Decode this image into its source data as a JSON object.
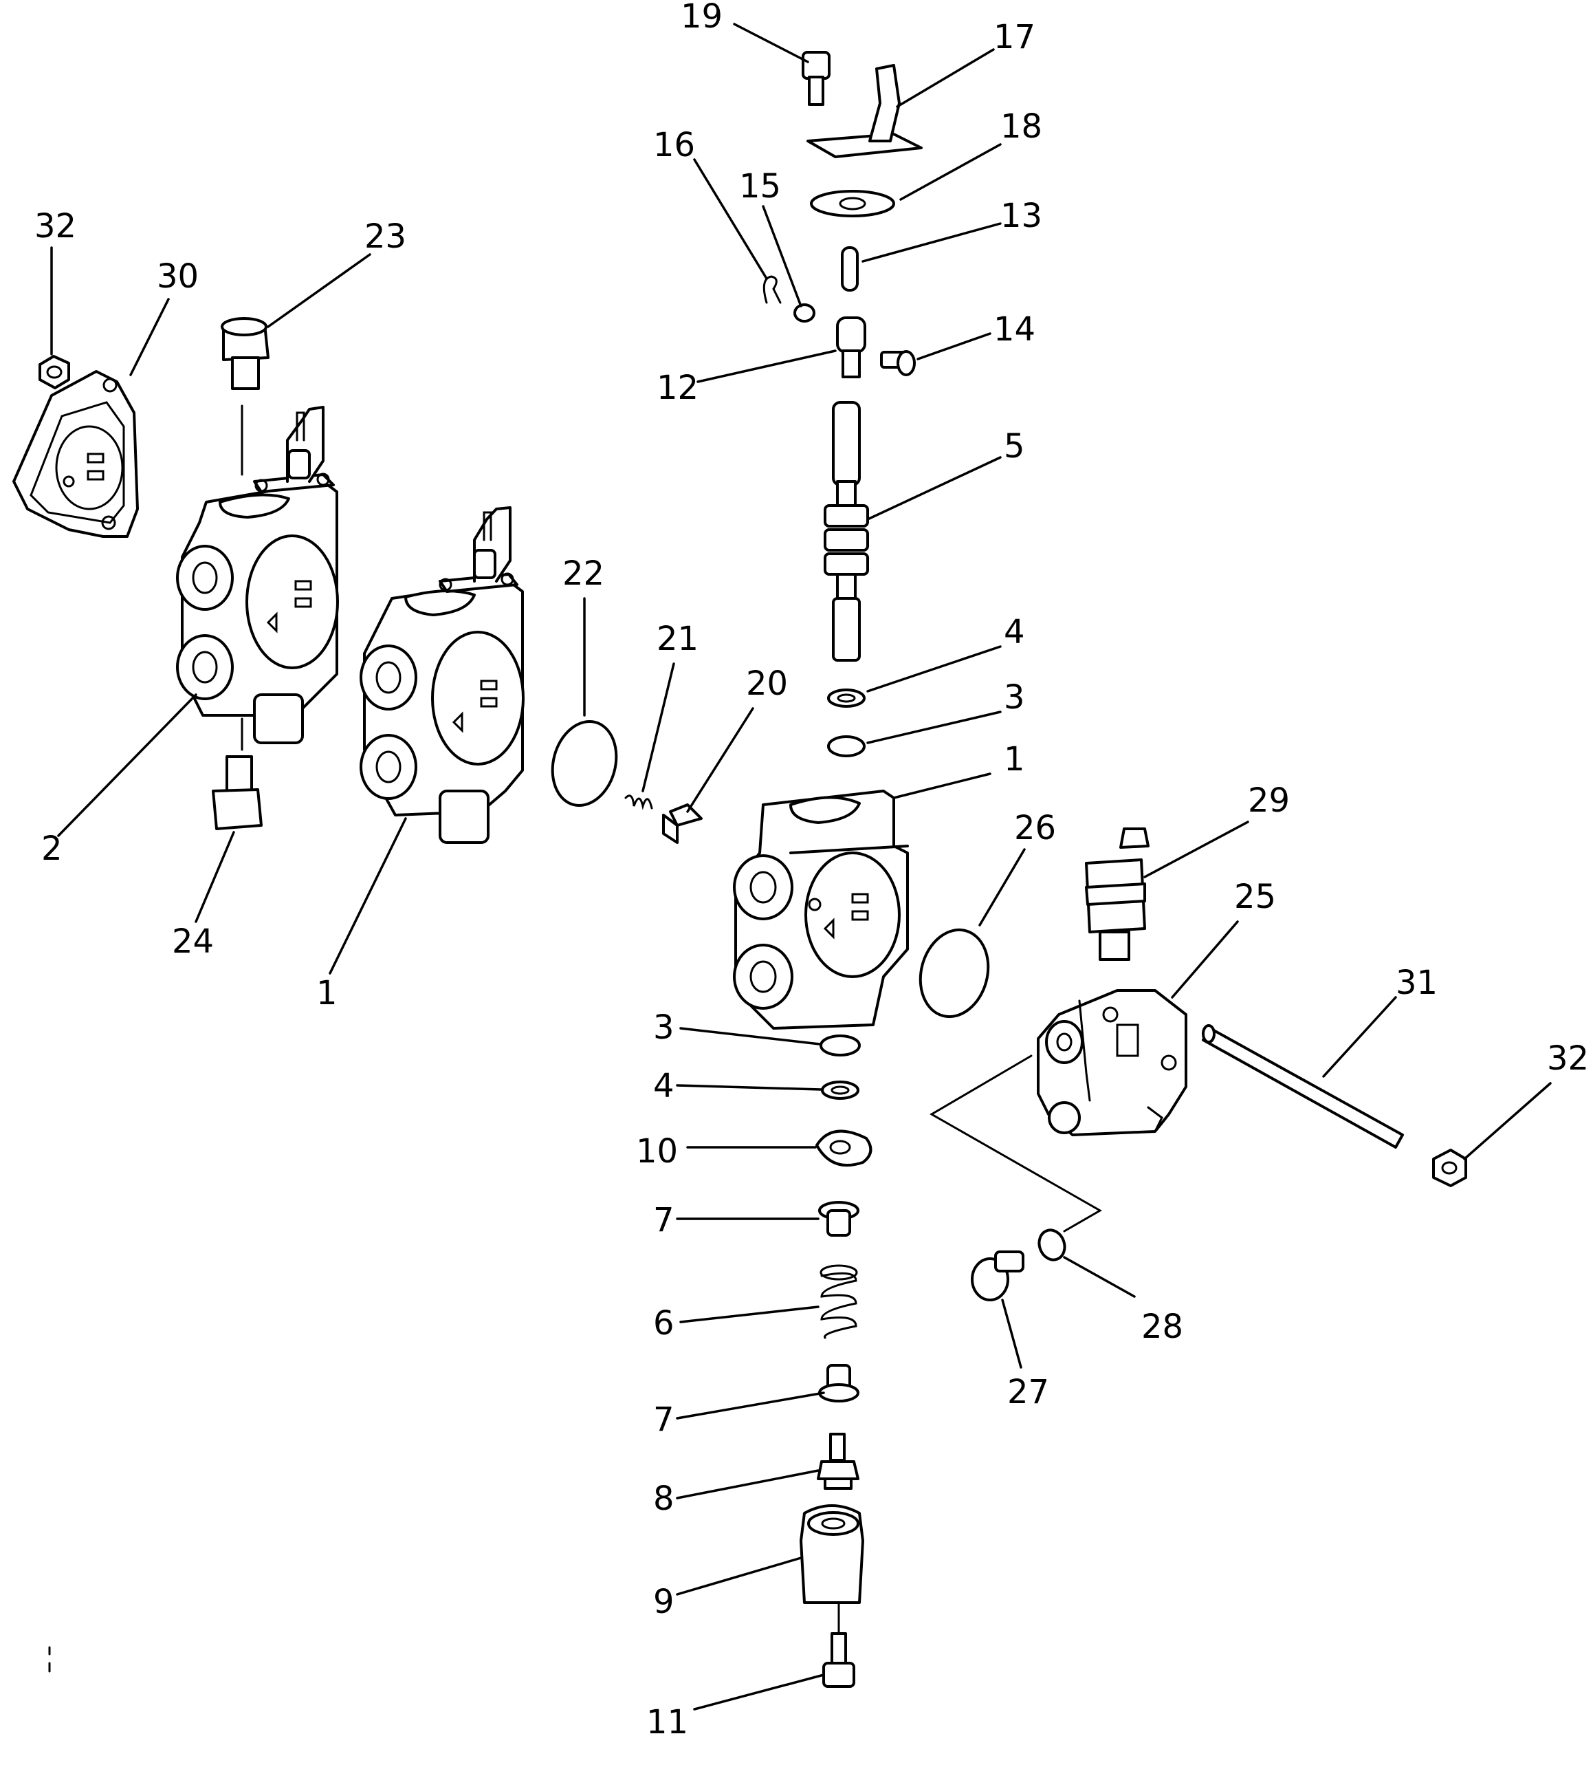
{
  "diagram": {
    "callouts": {
      "c19": "19",
      "c17": "17",
      "c18": "18",
      "c13": "13",
      "c16": "16",
      "c15": "15",
      "c14": "14",
      "c12": "12",
      "c5": "5",
      "c4a": "4",
      "c3a": "3",
      "c1a": "1",
      "c32a": "32",
      "c30": "30",
      "c23": "23",
      "c22": "22",
      "c21": "21",
      "c20": "20",
      "c2": "2",
      "c24": "24",
      "c1b": "1",
      "c26": "26",
      "c29": "29",
      "c25": "25",
      "c31": "31",
      "c32b": "32",
      "c3b": "3",
      "c4b": "4",
      "c10": "10",
      "c7a": "7",
      "c6": "6",
      "c7b": "7",
      "c8": "8",
      "c9": "9",
      "c11": "11",
      "c28": "28",
      "c27": "27"
    }
  }
}
